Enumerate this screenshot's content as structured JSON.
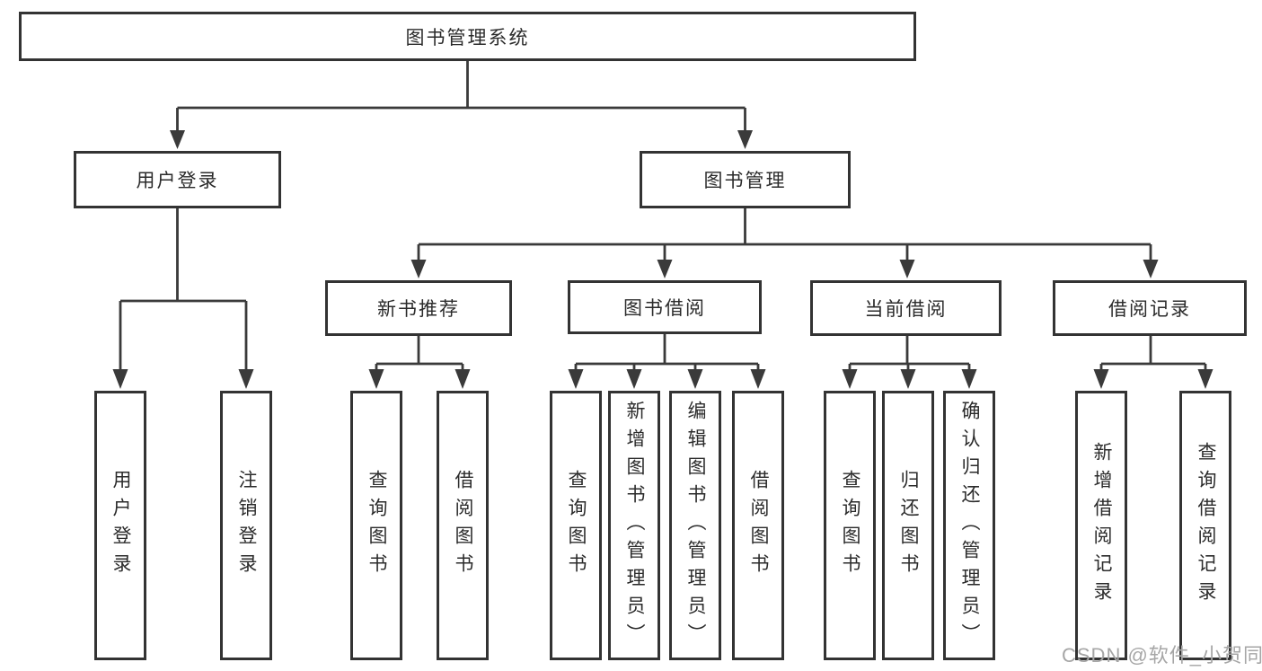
{
  "diagram": {
    "root": {
      "label": "图书管理系统"
    },
    "branches": [
      {
        "label": "用户登录",
        "children": [
          {
            "label": "用户登录"
          },
          {
            "label": "注销登录"
          }
        ]
      },
      {
        "label": "图书管理",
        "children": [
          {
            "label": "新书推荐",
            "children": [
              {
                "label": "查询图书"
              },
              {
                "label": "借阅图书"
              }
            ]
          },
          {
            "label": "图书借阅",
            "children": [
              {
                "label": "查询图书"
              },
              {
                "label": "新增图书（管理员）"
              },
              {
                "label": "编辑图书（管理员）"
              },
              {
                "label": "借阅图书"
              }
            ]
          },
          {
            "label": "当前借阅",
            "children": [
              {
                "label": "查询图书"
              },
              {
                "label": "归还图书"
              },
              {
                "label": "确认归还（管理员）"
              }
            ]
          },
          {
            "label": "借阅记录",
            "children": [
              {
                "label": "新增借阅记录"
              },
              {
                "label": "查询借阅记录"
              }
            ]
          }
        ]
      }
    ],
    "watermark": "CSDN @软件_小贺同学",
    "colors": {
      "line": "#3a3a3a",
      "border": "#333333",
      "text": "#2b2b2b",
      "watermark": "#a6a6a6",
      "background": "#ffffff"
    }
  }
}
